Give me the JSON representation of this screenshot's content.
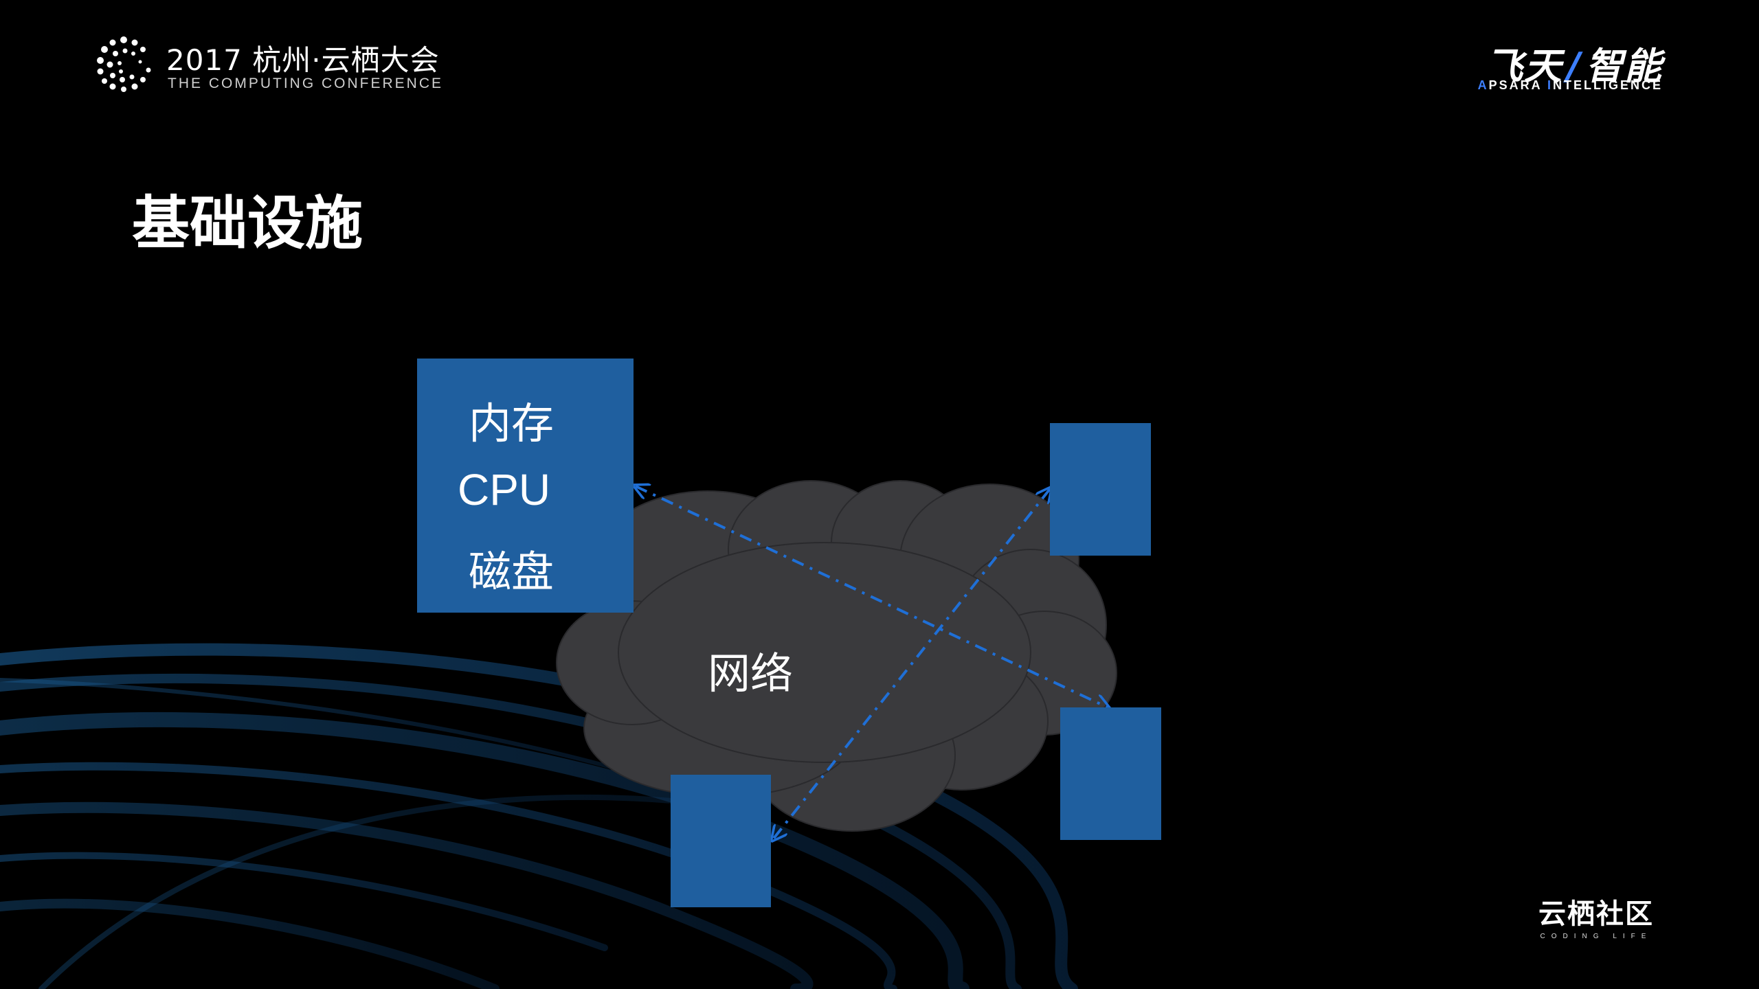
{
  "header": {
    "conference_title": "2017 杭州·云栖大会",
    "conference_subtitle": "THE COMPUTING CONFERENCE",
    "brand_main_left": "飞天",
    "brand_main_right": "智能",
    "brand_sub_a": "A",
    "brand_sub_psara": "PSARA ",
    "brand_sub_i": "I",
    "brand_sub_ntelligence": "NTELLIGENCE"
  },
  "slide": {
    "title": "基础设施"
  },
  "diagram": {
    "node_main": {
      "memory": "内存",
      "cpu": "CPU",
      "disk": "磁盘"
    },
    "cloud_label": "网络"
  },
  "footer": {
    "community_name": "云栖社区",
    "community_tagline": "CODING LIFE"
  },
  "colors": {
    "background": "#000000",
    "node_fill": "#1f5f9f",
    "cloud_fill": "#3a3a3d",
    "link_line": "#1f6fd6",
    "accent": "#3d7fff"
  }
}
